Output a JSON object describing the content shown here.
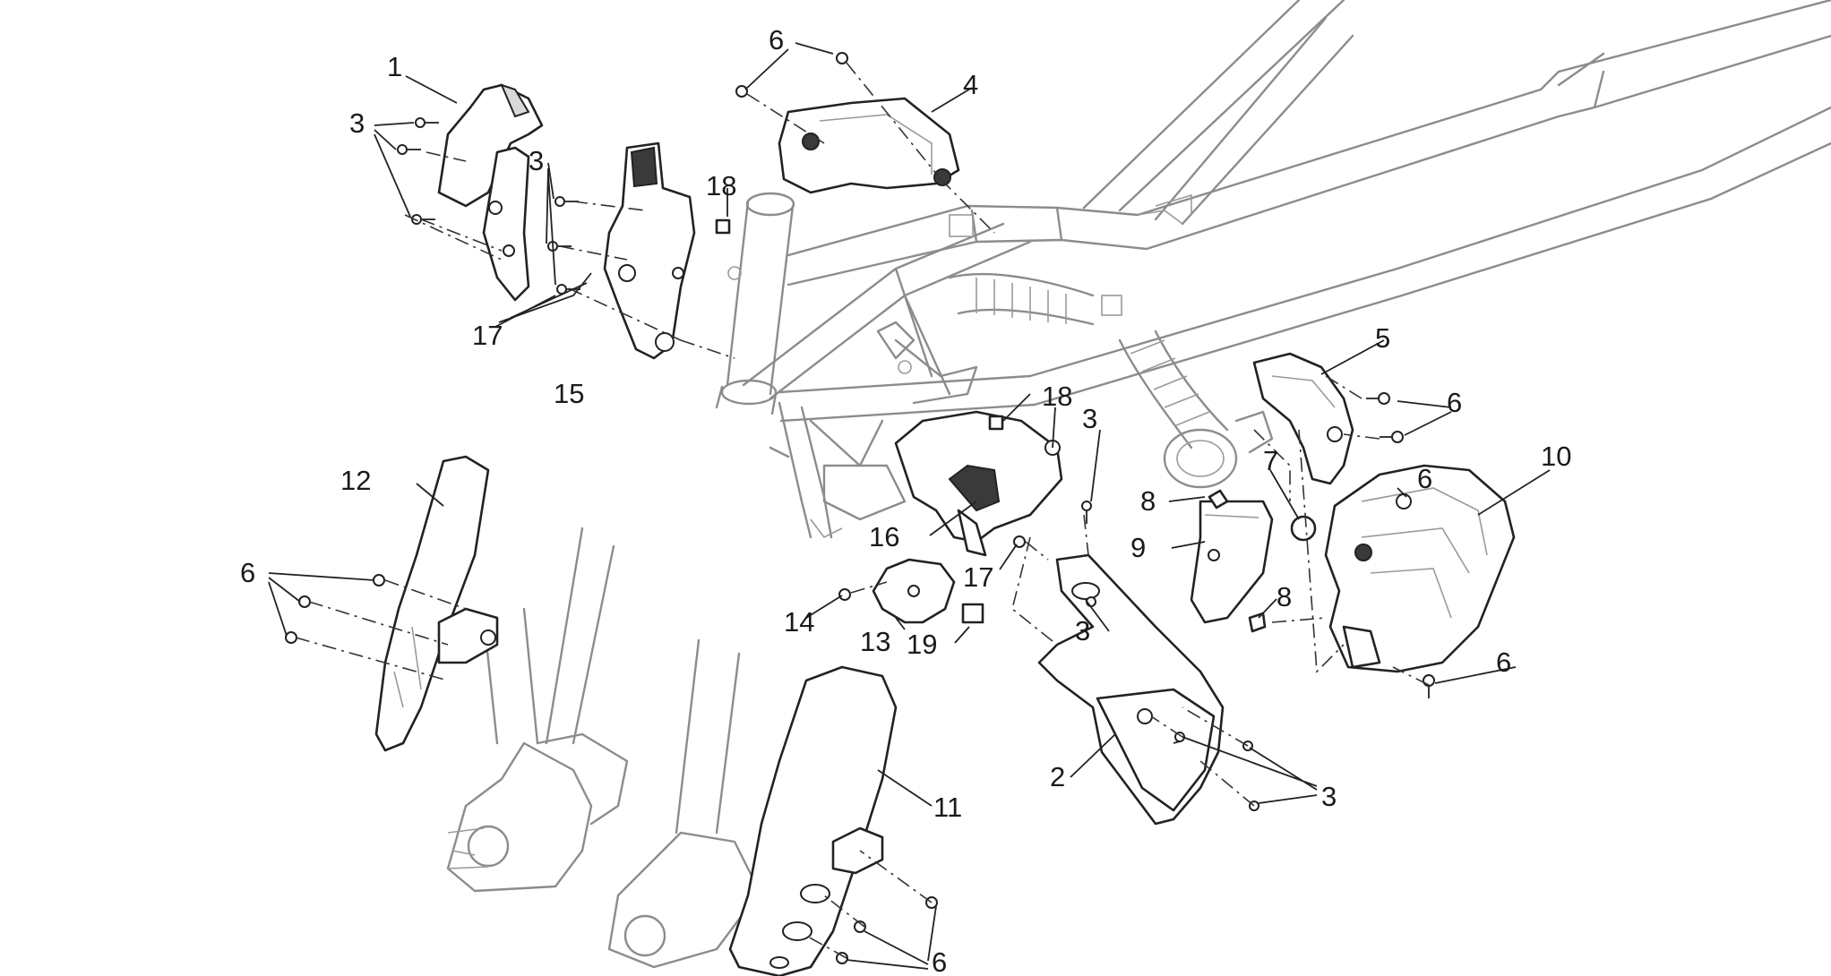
{
  "callouts": {
    "c1": "1",
    "c2": "2",
    "c3a": "3",
    "c3b": "3",
    "c3c": "3",
    "c3d": "3",
    "c3e": "3",
    "c4": "4",
    "c5": "5",
    "c6a": "6",
    "c6b": "6",
    "c6c": "6",
    "c6d": "6",
    "c6e": "6",
    "c6f": "6",
    "c7": "7",
    "c8a": "8",
    "c8b": "8",
    "c9": "9",
    "c10": "10",
    "c11": "11",
    "c12": "12",
    "c13": "13",
    "c14": "14",
    "c15": "15",
    "c16": "16",
    "c17a": "17",
    "c17b": "17",
    "c18a": "18",
    "c18b": "18",
    "c19": "19"
  },
  "parts": [
    {
      "ref": "1",
      "icon": "upper-left-side-panel"
    },
    {
      "ref": "2",
      "icon": "lower-right-fairing-bracket"
    },
    {
      "ref": "3",
      "icon": "screw"
    },
    {
      "ref": "4",
      "icon": "headstock-cover"
    },
    {
      "ref": "5",
      "icon": "throttle-body-cover"
    },
    {
      "ref": "6",
      "icon": "screw"
    },
    {
      "ref": "7",
      "icon": "round-cap"
    },
    {
      "ref": "8",
      "icon": "clip"
    },
    {
      "ref": "9",
      "icon": "support-bracket"
    },
    {
      "ref": "10",
      "icon": "right-side-cover"
    },
    {
      "ref": "11",
      "icon": "right-fork-guard"
    },
    {
      "ref": "12",
      "icon": "left-fork-guard"
    },
    {
      "ref": "13",
      "icon": "small-cover"
    },
    {
      "ref": "14",
      "icon": "screw"
    },
    {
      "ref": "15",
      "icon": "left-bracket-assembly"
    },
    {
      "ref": "16",
      "icon": "central-bracket"
    },
    {
      "ref": "17",
      "icon": "screw"
    },
    {
      "ref": "18",
      "icon": "nut"
    },
    {
      "ref": "19",
      "icon": "rubber-pad"
    }
  ]
}
